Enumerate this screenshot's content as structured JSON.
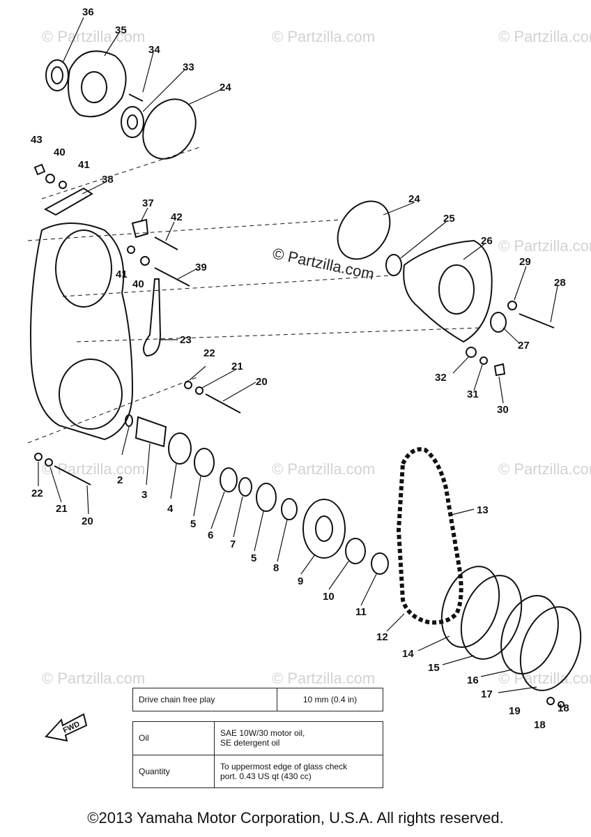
{
  "watermark": {
    "text": "© Partzilla.com"
  },
  "callouts": [
    "36",
    "35",
    "34",
    "33",
    "24",
    "43",
    "40",
    "41",
    "38",
    "37",
    "42",
    "41",
    "40",
    "39",
    "23",
    "22",
    "21",
    "20",
    "2",
    "3",
    "4",
    "5",
    "6",
    "7",
    "5",
    "8",
    "9",
    "10",
    "11",
    "22",
    "21",
    "20",
    "24",
    "25",
    "26",
    "29",
    "28",
    "27",
    "32",
    "31",
    "30",
    "13",
    "12",
    "14",
    "15",
    "16",
    "17",
    "19",
    "18",
    "18"
  ],
  "spec_chain": {
    "label": "Drive chain free play",
    "value": "10 mm (0.4 in)"
  },
  "spec_oil": {
    "oil_label": "Oil",
    "oil_value_line1": "SAE 10W/30 motor oil,",
    "oil_value_line2": "SE detergent oil",
    "qty_label": "Quantity",
    "qty_value_line1": "To uppermost edge of glass check",
    "qty_value_line2": "port.  0.43 US qt (430 cc)"
  },
  "fwd_label": "FWD",
  "copyright": "©2013  Yamaha Motor Corporation, U.S.A. All rights reserved.",
  "colors": {
    "line": "#111111",
    "watermark": "#d2d2d2"
  }
}
